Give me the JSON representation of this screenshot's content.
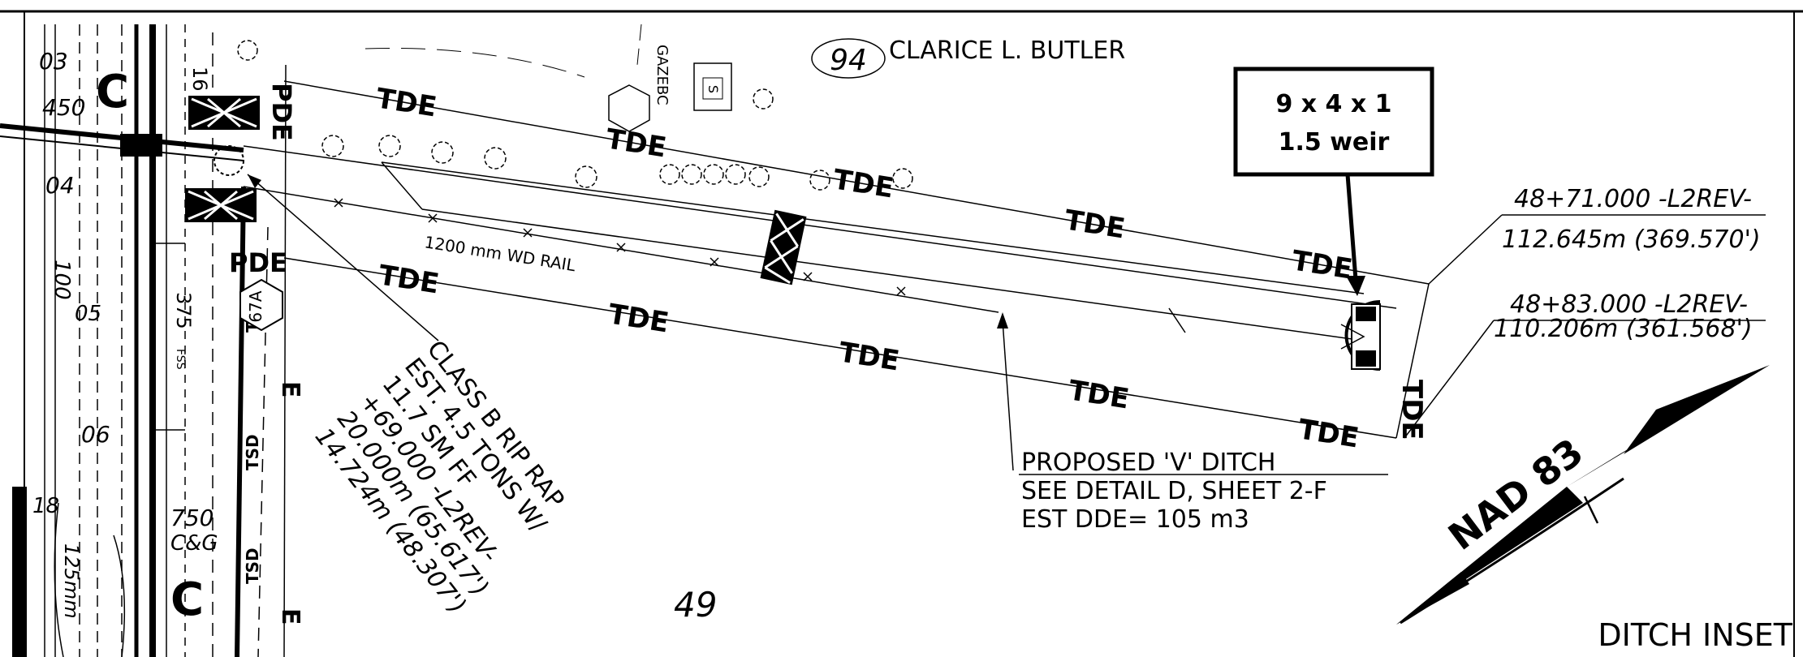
{
  "owner": {
    "parcel_number": "94",
    "name": "CLARICE L. BUTLER"
  },
  "gazebo_label": "GAZEBC",
  "shed_label": "S",
  "weir_box": {
    "line1": "9 x 4 x 1",
    "line2": "1.5 weir"
  },
  "easement_labels": {
    "tde": "TDE",
    "pde": "PDE",
    "e": "E",
    "c": "C",
    "tsd": "TSD",
    "fss": "FSS",
    "cg": "C&G"
  },
  "rail_label": "1200 mm WD RAIL",
  "station_callouts": [
    {
      "station": "48+71.000 -L2REV-",
      "offset": "112.645m (369.570')"
    },
    {
      "station": "48+83.000 -L2REV-",
      "offset": "110.206m (361.568')"
    }
  ],
  "riprap_note": {
    "line1": "CLASS B RIP RAP",
    "line2": "EST. 4.5 TONS W/",
    "line3": "11.7 SM FF",
    "line4": "+69.000 -L2REV-",
    "line5": "20.000m (65.617')",
    "line6": "14.724m (48.307')"
  },
  "ditch_note": {
    "line1": "PROPOSED 'V' DITCH",
    "line2": "SEE DETAIL D, SHEET 2-F",
    "line3": "EST DDE= 105 m3"
  },
  "left_labels": {
    "l03": "03",
    "l450": "450",
    "l04": "04",
    "l100": "100",
    "l05": "05",
    "l375": "375",
    "l06": "06",
    "l750": "750",
    "l125": "125mm",
    "l18": "18",
    "l16": "16",
    "l67a": "67A"
  },
  "sheet_number": "49",
  "north_arrow": {
    "label": "NAD 83"
  },
  "inset_title": "DITCH INSET"
}
